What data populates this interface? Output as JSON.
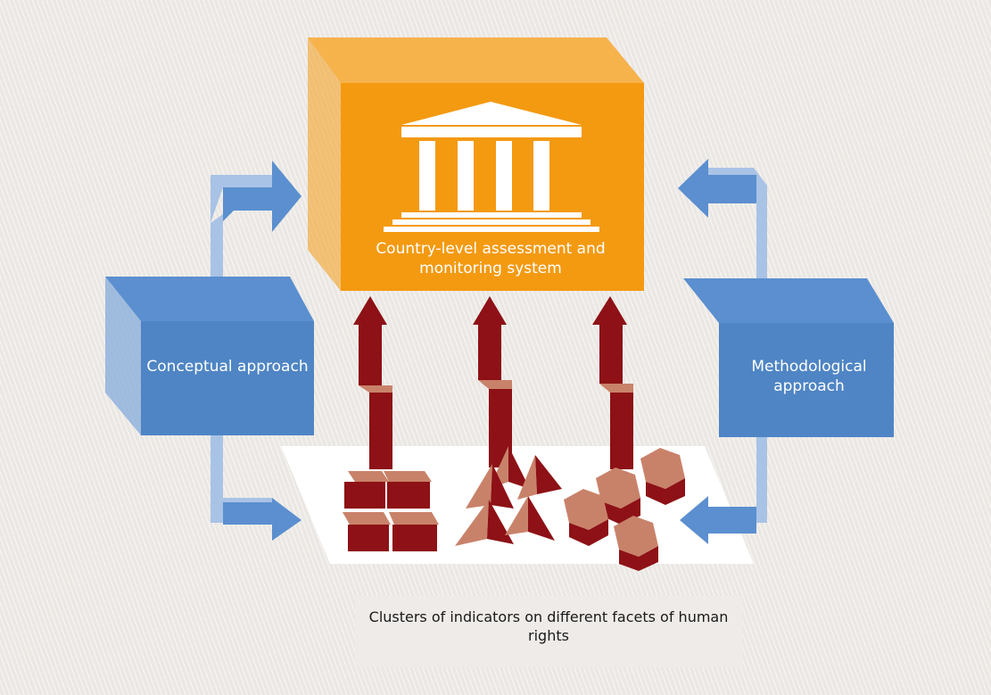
{
  "diagram": {
    "main_box": {
      "label": "Country-level assessment and monitoring system",
      "color": "#f39a11",
      "icon": "building-columns-icon"
    },
    "left_box": {
      "label": "Conceptual approach",
      "color": "#4f85c4"
    },
    "right_box": {
      "label": "Methodological approach",
      "color": "#4f85c4"
    },
    "cluster_caption": "Clusters of indicators on different facets of human rights",
    "clusters": [
      {
        "shape": "cubes-icon"
      },
      {
        "shape": "pyramids-icon"
      },
      {
        "shape": "hexagons-icon"
      }
    ],
    "colors": {
      "arrow_blue": "#5b8fcf",
      "arrow_blue_light": "#a9c3e6",
      "indicator_dark": "#8d1116",
      "indicator_light": "#c9826a",
      "platform": "#ffffff"
    }
  }
}
